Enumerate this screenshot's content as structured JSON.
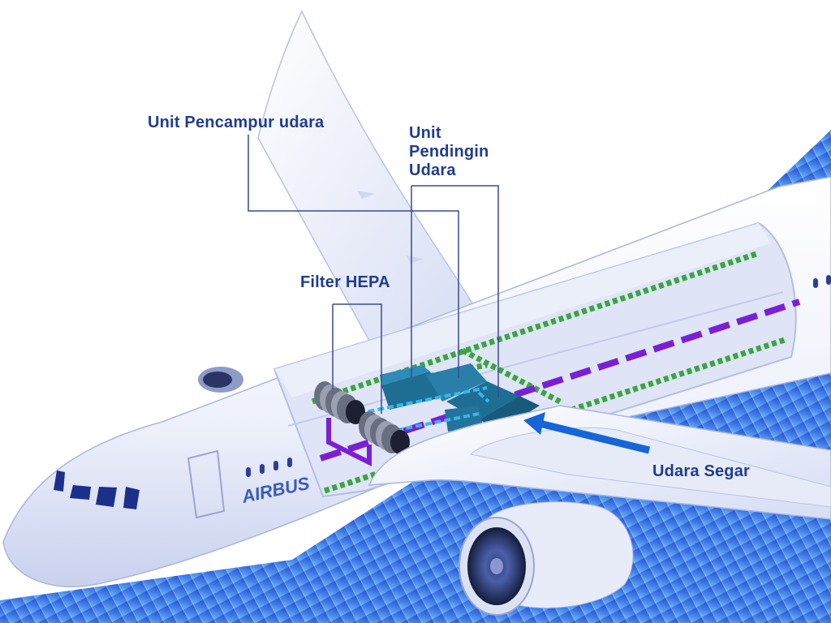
{
  "labels": {
    "air_mixer": "Unit Pencampur udara",
    "air_cooler": [
      "Unit",
      "Pendingin",
      "Udara"
    ],
    "hepa_filter": "Filter HEPA",
    "fresh_air": "Udara Segar"
  },
  "brand": "AIRBUS",
  "colors": {
    "label_text": "#1f3d8f",
    "fuselage": "#f2f5fd",
    "cutaway_interior": "#dfe4f6",
    "recirculation_duct": "#3aa63f",
    "fresh_air_duct": "#7a1fd6",
    "cooling_unit": "#1e6e94",
    "fresh_air_arrow": "#1565d8",
    "background_gradient": [
      "#2f62e0",
      "#5aa8f2"
    ]
  }
}
